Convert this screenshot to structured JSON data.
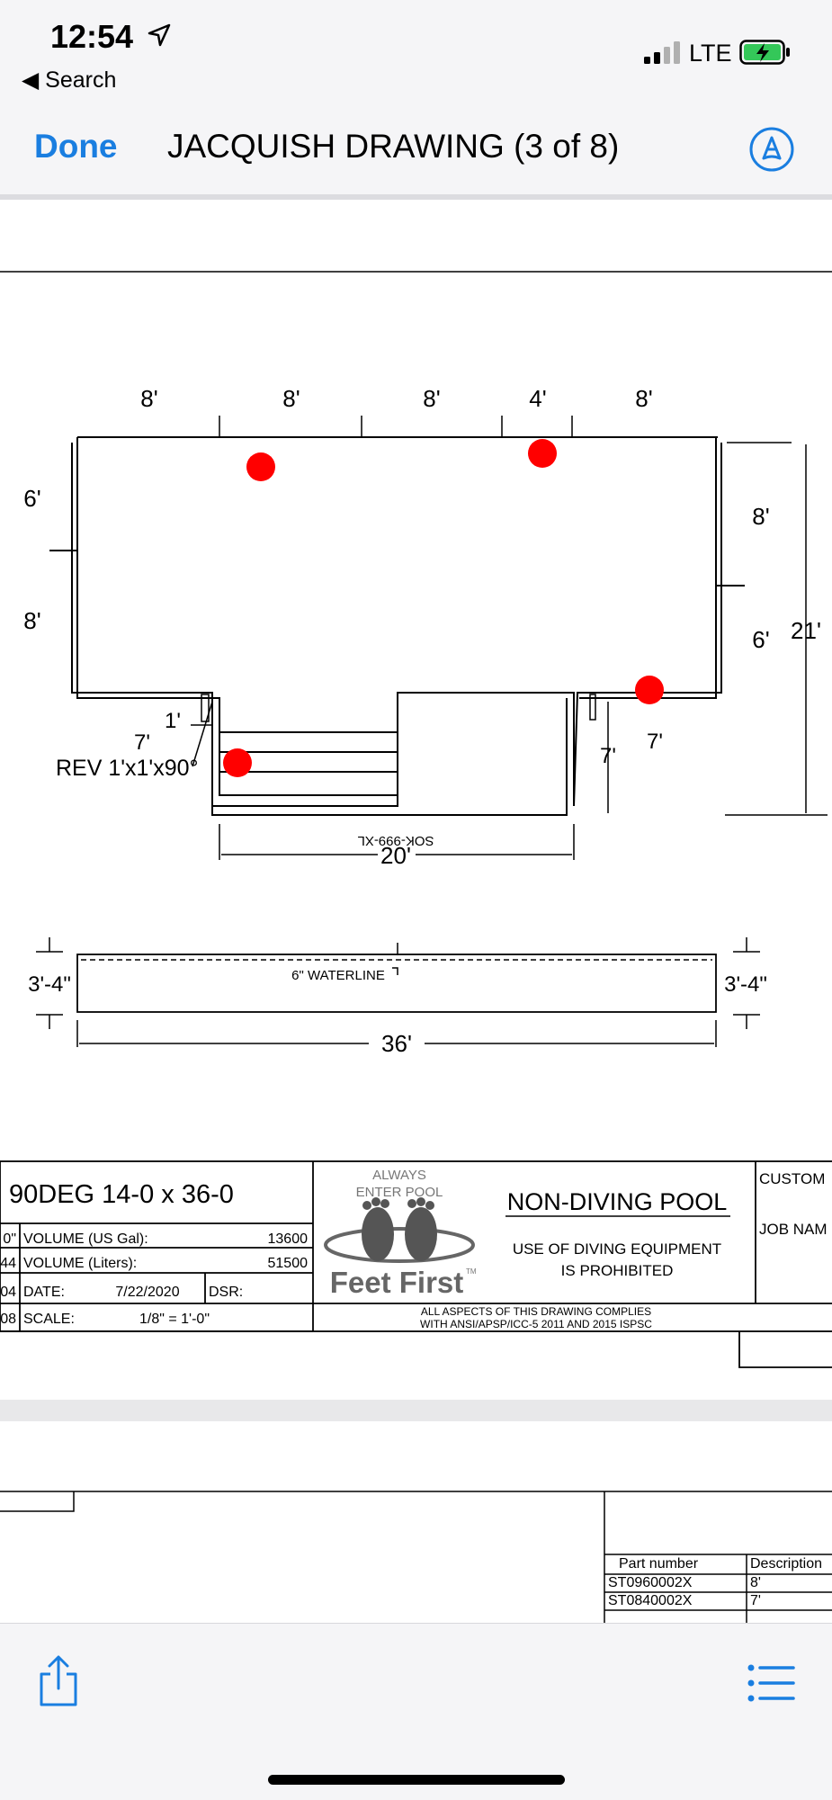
{
  "status": {
    "time": "12:54",
    "back_label": "◀ Search",
    "network": "LTE"
  },
  "nav": {
    "done_label": "Done",
    "title": "JACQUISH DRAWING (3 of 8)",
    "markup_icon": "markup-pen-icon"
  },
  "drawing": {
    "top_dims": [
      "8'",
      "8'",
      "8'",
      "4'",
      "8'"
    ],
    "left_dims": [
      "6'",
      "8'"
    ],
    "right_dims": [
      "8'",
      "6'",
      "21'"
    ],
    "step_dims": [
      "1'",
      "7'",
      "7'",
      "7'"
    ],
    "rev_label": "REV 1'x1'x90°",
    "mirror_label": "SOK-999-XL",
    "bottom_dim": "20'",
    "section_left_depth": "3'-4\"",
    "section_right_depth": "3'-4\"",
    "waterline": "6\" WATERLINE",
    "section_length": "36'",
    "marker_color": "#ff0000"
  },
  "titleblock": {
    "model": "90DEG 14-0 x 36-0",
    "rows": [
      {
        "prefix": "0\"",
        "label": "VOLUME (US Gal):",
        "value": "13600"
      },
      {
        "prefix": "44",
        "label": "VOLUME (Liters):",
        "value": "51500"
      },
      {
        "prefix": "04",
        "label": "DATE:",
        "value": "7/22/2020",
        "extra": "DSR:"
      },
      {
        "prefix": "08",
        "label": "SCALE:",
        "value": "1/8\" = 1'-0\""
      }
    ],
    "logo_top1": "ALWAYS",
    "logo_top2": "ENTER POOL",
    "logo_main": "Feet First",
    "logo_tm": "TM",
    "warning_title": "NON-DIVING POOL",
    "warning_line1": "USE OF DIVING EQUIPMENT",
    "warning_line2": "IS PROHIBITED",
    "compliance_line1": "ALL ASPECTS OF THIS DRAWING COMPLIES",
    "compliance_line2": "WITH ANSI/APSP/ICC-5 2011 AND 2015 ISPSC",
    "customer_label": "CUSTOM",
    "job_label": "JOB NAM"
  },
  "parts_table": {
    "headers": [
      "Part number",
      "Description"
    ],
    "rows": [
      [
        "ST0960002X",
        "8'"
      ],
      [
        "ST0840002X",
        "7'"
      ]
    ]
  },
  "toolbar": {
    "share_icon": "share-icon",
    "list_icon": "list-icon"
  }
}
